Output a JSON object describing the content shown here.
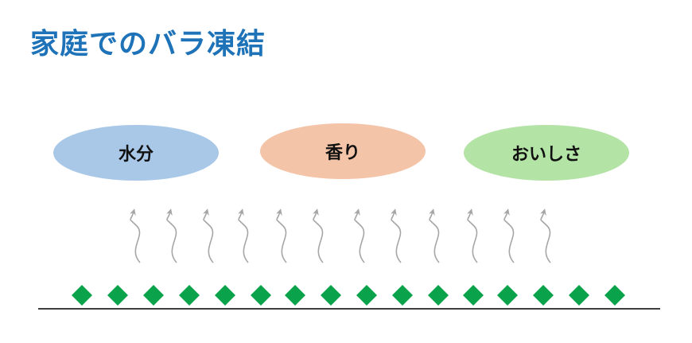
{
  "title": "家庭でのバラ凍結",
  "ellipses": [
    {
      "label": "水分",
      "color": "#a9c8e8"
    },
    {
      "label": "香り",
      "color": "#f4c4a8"
    },
    {
      "label": "おいしさ",
      "color": "#b4e3a6"
    }
  ],
  "colors": {
    "title": "#1d72b8",
    "arrow": "#a6a6a6",
    "diamond": "#0aa24b",
    "ground": "#222222"
  }
}
